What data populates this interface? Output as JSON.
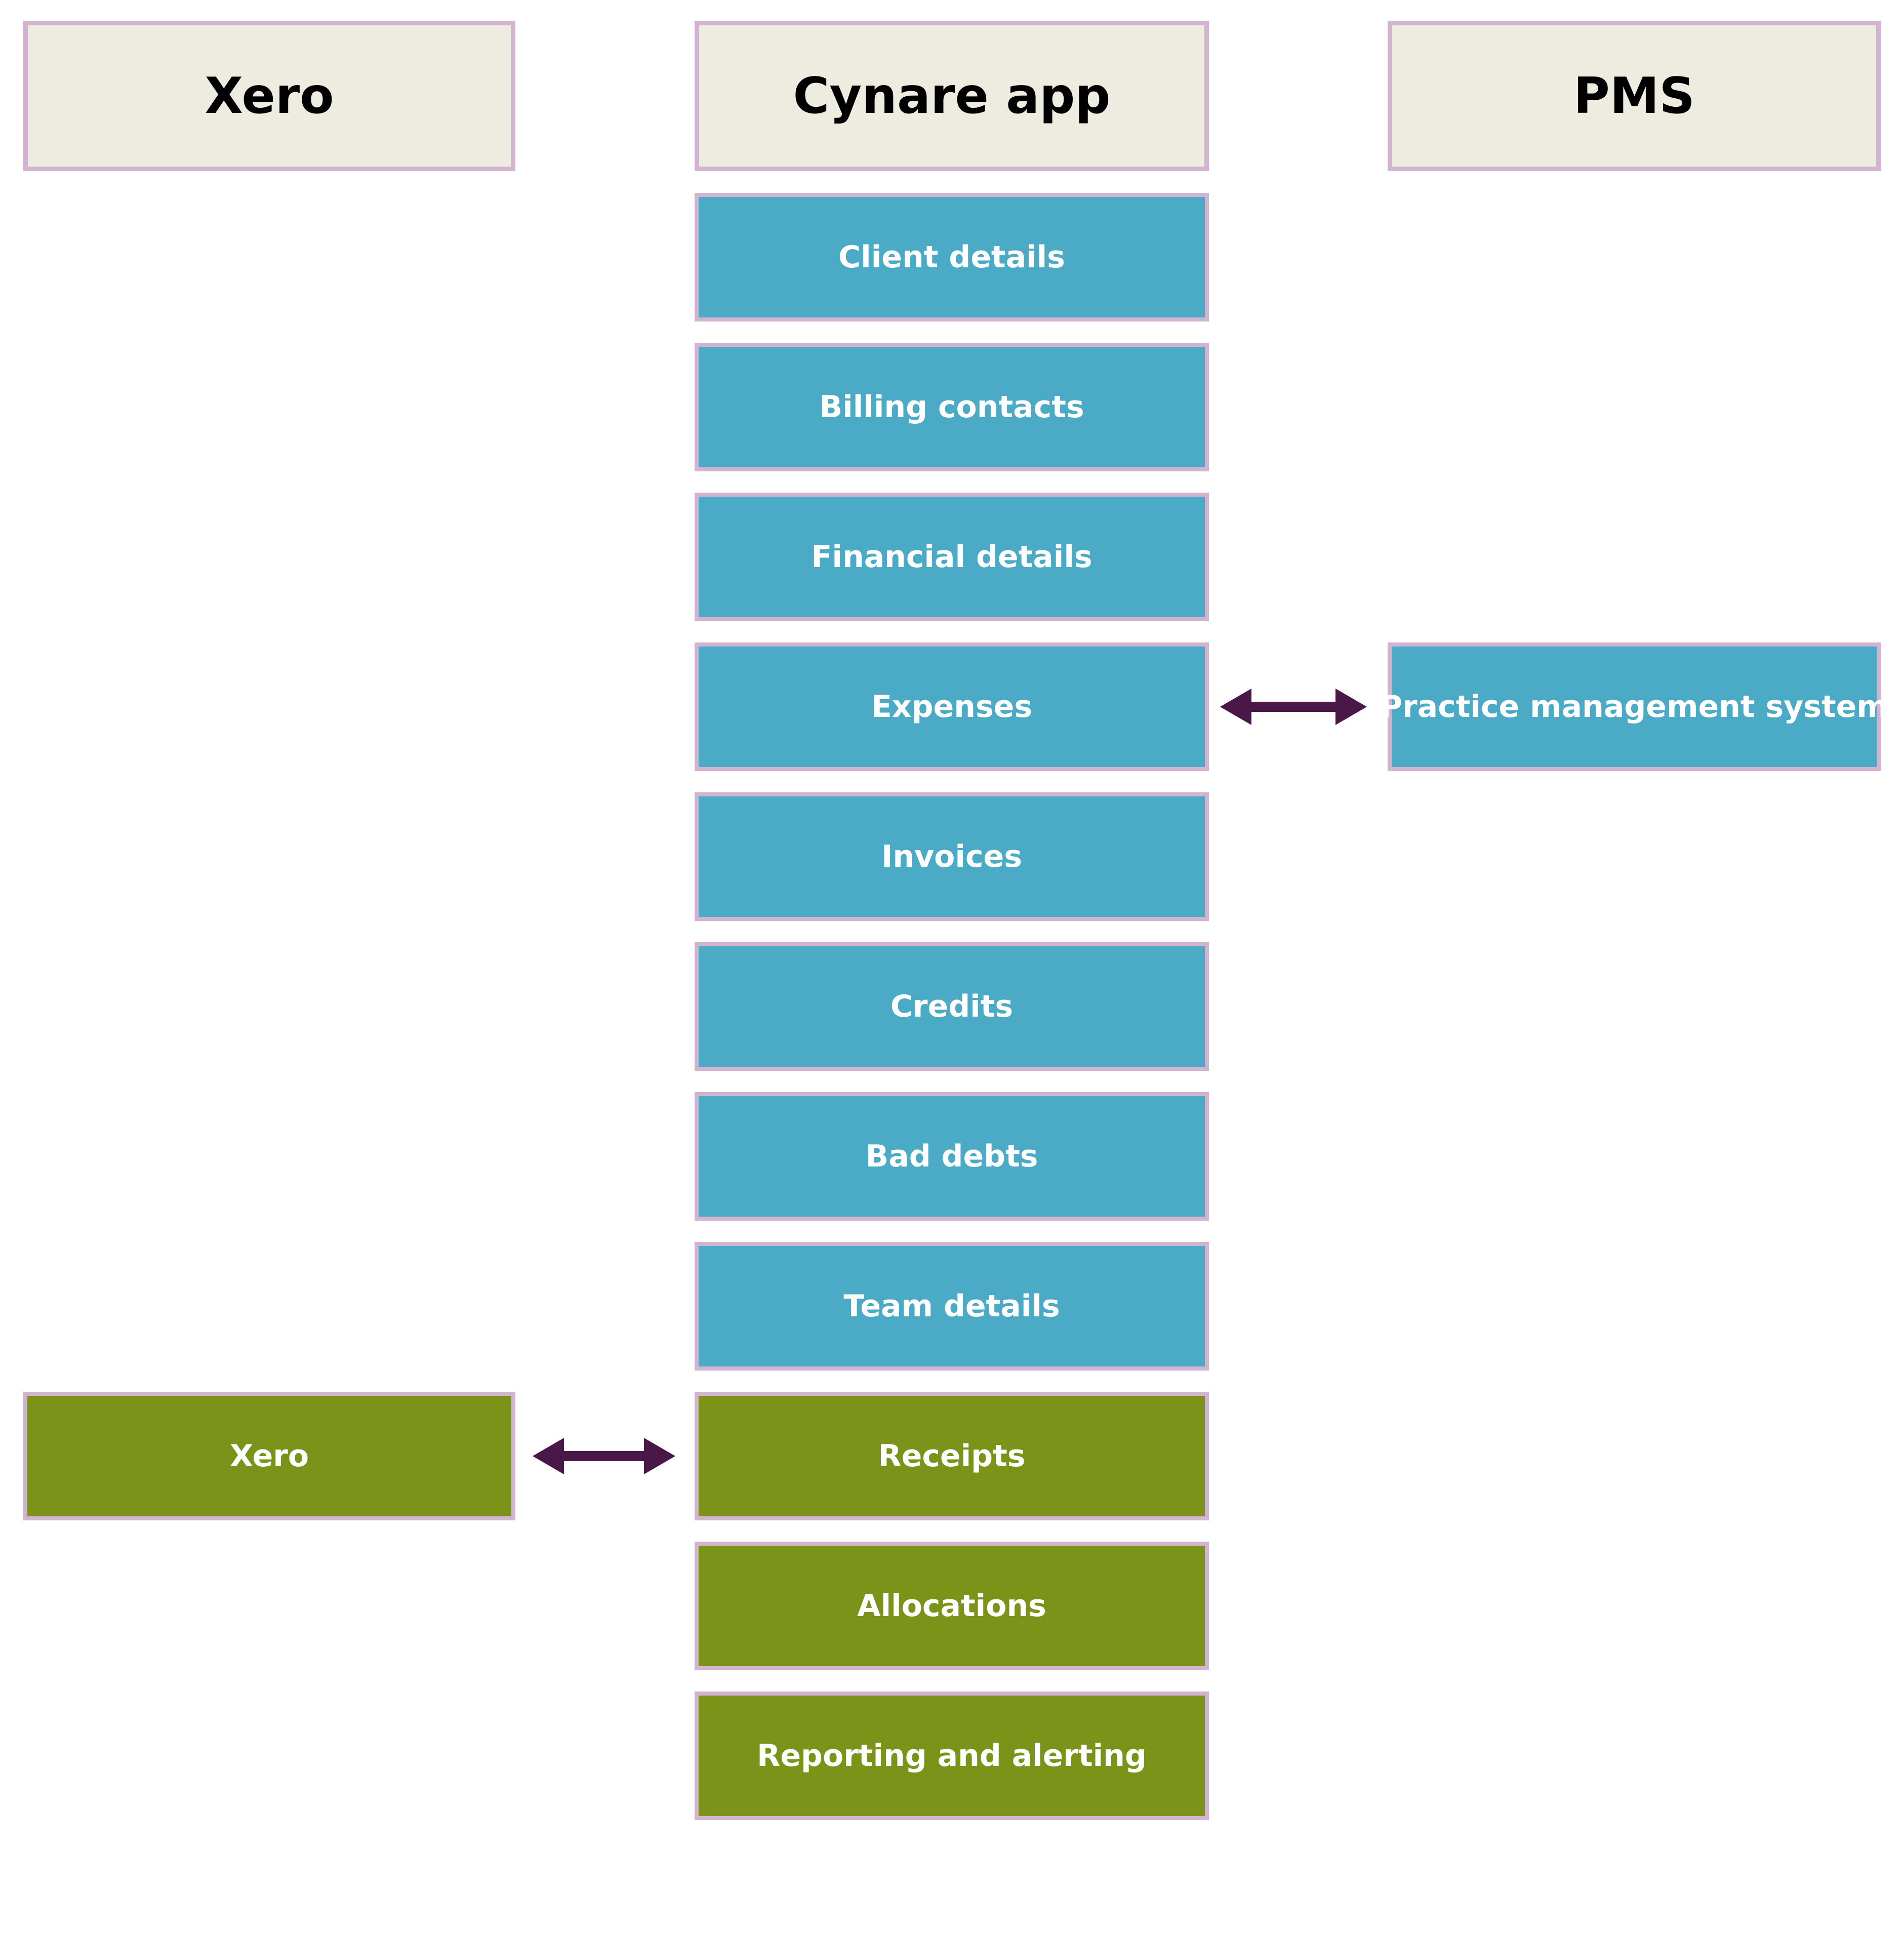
{
  "headers": {
    "xero": "Xero",
    "cynare": "Cynare app",
    "pms": "PMS"
  },
  "cynare_items": [
    {
      "label": "Client details",
      "group": "pms"
    },
    {
      "label": "Billing contacts",
      "group": "pms"
    },
    {
      "label": "Financial details",
      "group": "pms"
    },
    {
      "label": "Expenses",
      "group": "pms"
    },
    {
      "label": "Invoices",
      "group": "pms"
    },
    {
      "label": "Credits",
      "group": "pms"
    },
    {
      "label": "Bad debts",
      "group": "pms"
    },
    {
      "label": "Team details",
      "group": "pms"
    },
    {
      "label": "Receipts",
      "group": "xero"
    },
    {
      "label": "Allocations",
      "group": "xero"
    },
    {
      "label": "Reporting and alerting",
      "group": "xero"
    }
  ],
  "xero_system": {
    "label": "Xero"
  },
  "pms_system": {
    "label": "Practice management system"
  },
  "colors": {
    "pms_group": "#4babc6",
    "xero_group": "#7a9318",
    "header_bg": "#eeebe1",
    "border": "#d2b4d0",
    "arrow": "#4a1848"
  }
}
